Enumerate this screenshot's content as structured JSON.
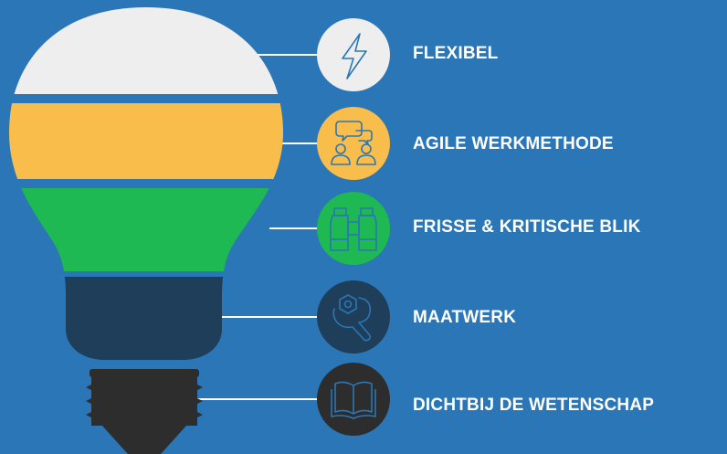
{
  "colors": {
    "background": "#2a76b6",
    "bulb_top": "#eeeeee",
    "band_yellow": "#f8bd4b",
    "band_green": "#1fb954",
    "band_navy": "#1f3e59",
    "base_dark": "#2d2d2d",
    "connector_line": "#ffffff"
  },
  "features": [
    {
      "label": "FLEXIBEL",
      "icon": "lightning-bolt-icon",
      "color": "#eeeeee"
    },
    {
      "label": "AGILE WERKMETHODE",
      "icon": "people-chat-icon",
      "color": "#f8bd4b"
    },
    {
      "label": "FRISSE & KRITISCHE BLIK",
      "icon": "binoculars-icon",
      "color": "#1fb954"
    },
    {
      "label": "MAATWERK",
      "icon": "wrench-nut-icon",
      "color": "#1f3e59"
    },
    {
      "label": "DICHTBIJ DE WETENSCHAP",
      "icon": "open-book-icon",
      "color": "#2d2d2d"
    }
  ]
}
